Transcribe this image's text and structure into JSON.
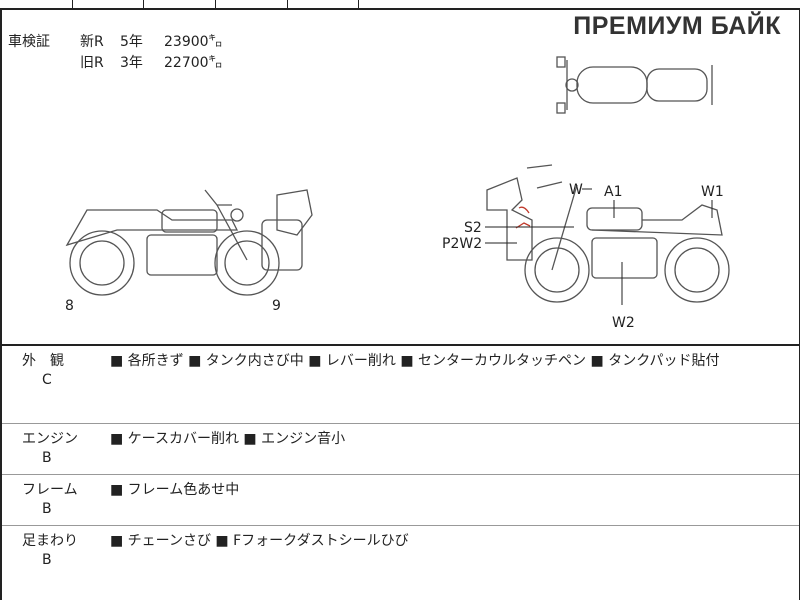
{
  "header": {
    "brand": "ПРЕМИУМ БАЙК"
  },
  "registration": {
    "label": "車検証",
    "new": {
      "type": "新R",
      "years": "5年",
      "km": "23900㌔"
    },
    "old": {
      "type": "旧R",
      "years": "3年",
      "km": "22700㌔"
    }
  },
  "diagram": {
    "left_labels": [
      "8",
      "9"
    ],
    "right_labels": [
      "W",
      "A1",
      "W1",
      "S2",
      "P2W2",
      "W2"
    ],
    "damage_color": "#c0392b"
  },
  "inspection": [
    {
      "category": "外　観",
      "grade": "C",
      "notes": "■ 各所きず ■ タンク内さび中 ■ レバー削れ ■ センターカウルタッチペン ■ タンクパッド貼付"
    },
    {
      "category": "エンジン",
      "grade": "B",
      "notes": "■ ケースカバー削れ ■ エンジン音小"
    },
    {
      "category": "フレーム",
      "grade": "B",
      "notes": "■ フレーム色あせ中"
    },
    {
      "category": "足まわり",
      "grade": "B",
      "notes": "■ チェーンさび ■ Fフォークダストシールひび"
    }
  ]
}
